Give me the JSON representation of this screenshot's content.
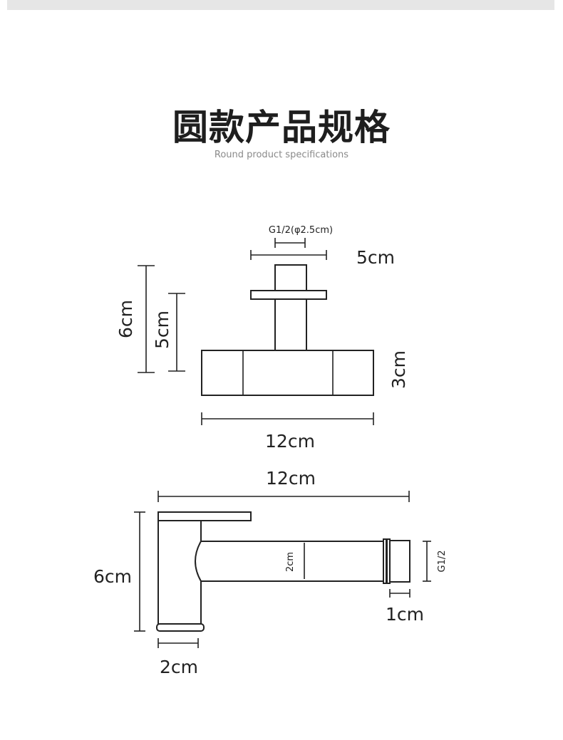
{
  "header": {
    "title": "圆款产品规格",
    "subtitle": "Round product specifications"
  },
  "top_view": {
    "thread_label": "G1/2(φ2.5cm)",
    "flange_width": "5cm",
    "total_height": "6cm",
    "stem_height": "5cm",
    "body_height": "3cm",
    "body_width": "12cm"
  },
  "side_view": {
    "total_length": "12cm",
    "total_height": "6cm",
    "spout_diameter": "2cm",
    "thread_label": "G1/2",
    "nozzle_length": "1cm",
    "base_width": "2cm"
  },
  "colors": {
    "line": "#222222",
    "top_band": "#e6e6e6",
    "subtitle": "#8a8a8a"
  }
}
